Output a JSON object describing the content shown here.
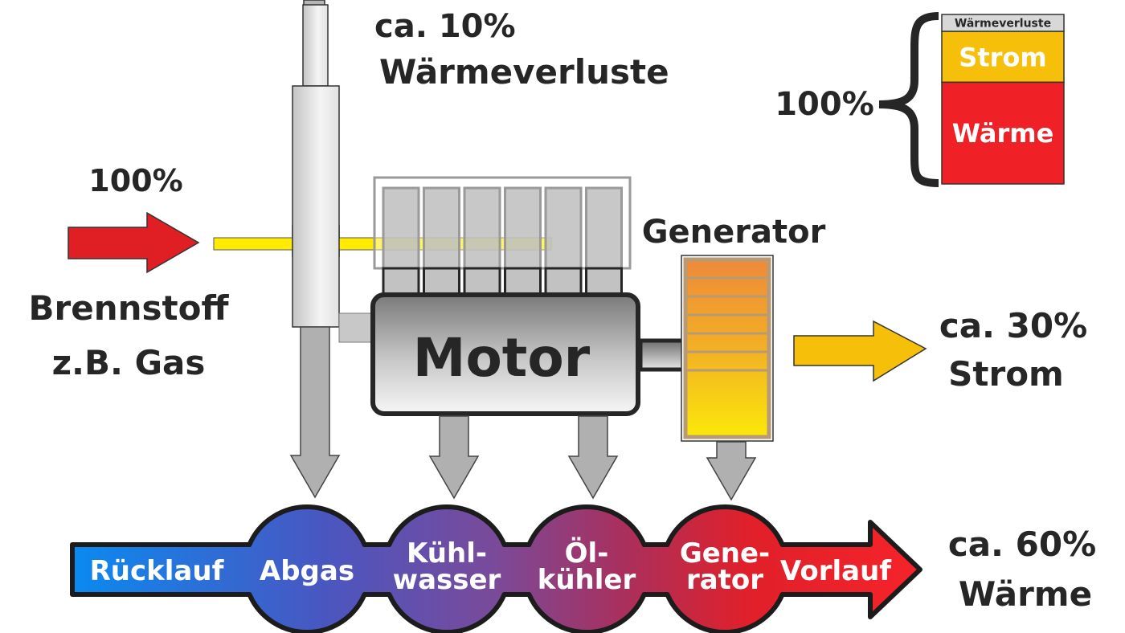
{
  "title": "Kraft-Wärme-Kopplung Energiefluss (BHKW)",
  "input": {
    "percent": "100%",
    "label_line1": "Brennstoff",
    "label_line2": "z.B. Gas"
  },
  "losses": {
    "line1": "ca. 10%",
    "line2": "Wärmeverluste"
  },
  "components": {
    "motor": "Motor",
    "generator": "Generator"
  },
  "electricity_output": {
    "line1": "ca. 30%",
    "line2": "Strom"
  },
  "heat_output": {
    "line1": "ca. 60%",
    "line2": "Wärme"
  },
  "heat_chain": {
    "start": "Rücklauf",
    "end": "Vorlauf",
    "nodes": [
      {
        "line1": "Abgas",
        "line2": "",
        "color": "#4a56c0"
      },
      {
        "line1": "Kühl-",
        "line2": "wasser",
        "color": "#7a4a9a"
      },
      {
        "line1": "Öl-",
        "line2": "kühler",
        "color": "#a8305e"
      },
      {
        "line1": "Gene-",
        "line2": "rator",
        "color": "#e0202a"
      }
    ]
  },
  "legend": {
    "total": "100%",
    "segments": [
      {
        "label": "Wärmeverluste",
        "share": 0.1,
        "color": "#d8d8d8"
      },
      {
        "label": "Strom",
        "share": 0.3,
        "color": "#f5bf0a"
      },
      {
        "label": "Wärme",
        "share": 0.6,
        "color": "#ef2126"
      }
    ]
  },
  "colors": {
    "fuel_arrow": "#e01f25",
    "fuel_line": "#ffec00",
    "power_arrow": "#f5bf0a",
    "heat_cold": "#0a8af0",
    "heat_hot": "#f0202a",
    "text": "#262626"
  }
}
